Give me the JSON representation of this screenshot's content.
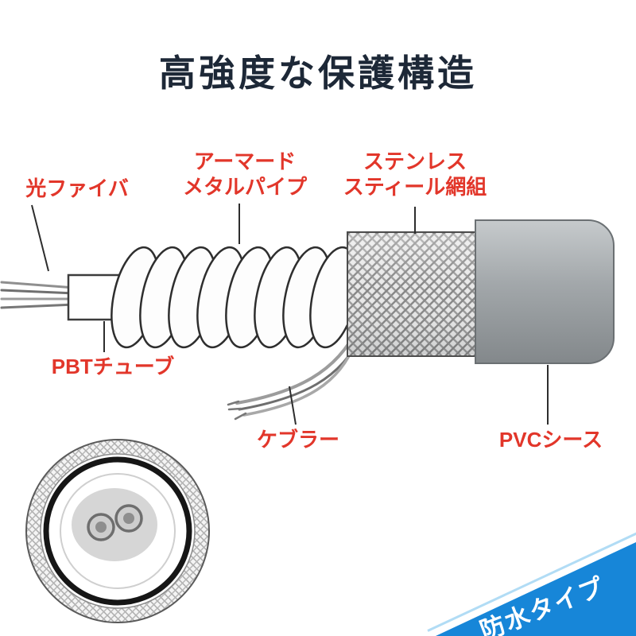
{
  "title": "高強度な保護構造",
  "labels": {
    "optical_fiber": "光ファイバ",
    "armored_metal_pipe": "アーマード\nメタルパイプ",
    "stainless_braid": "ステンレス\nスティール網組",
    "pbt_tube": "PBTチューブ",
    "kevlar": "ケブラー",
    "pvc_sheath": "PVCシース"
  },
  "banner": {
    "text": "防水タイプ"
  },
  "colors": {
    "label_red": "#e2362a",
    "title_navy": "#1d2837",
    "banner_blue": "#1786d8",
    "pvc_gray": "#9ba0a3",
    "line_black": "#2d2d2d"
  }
}
